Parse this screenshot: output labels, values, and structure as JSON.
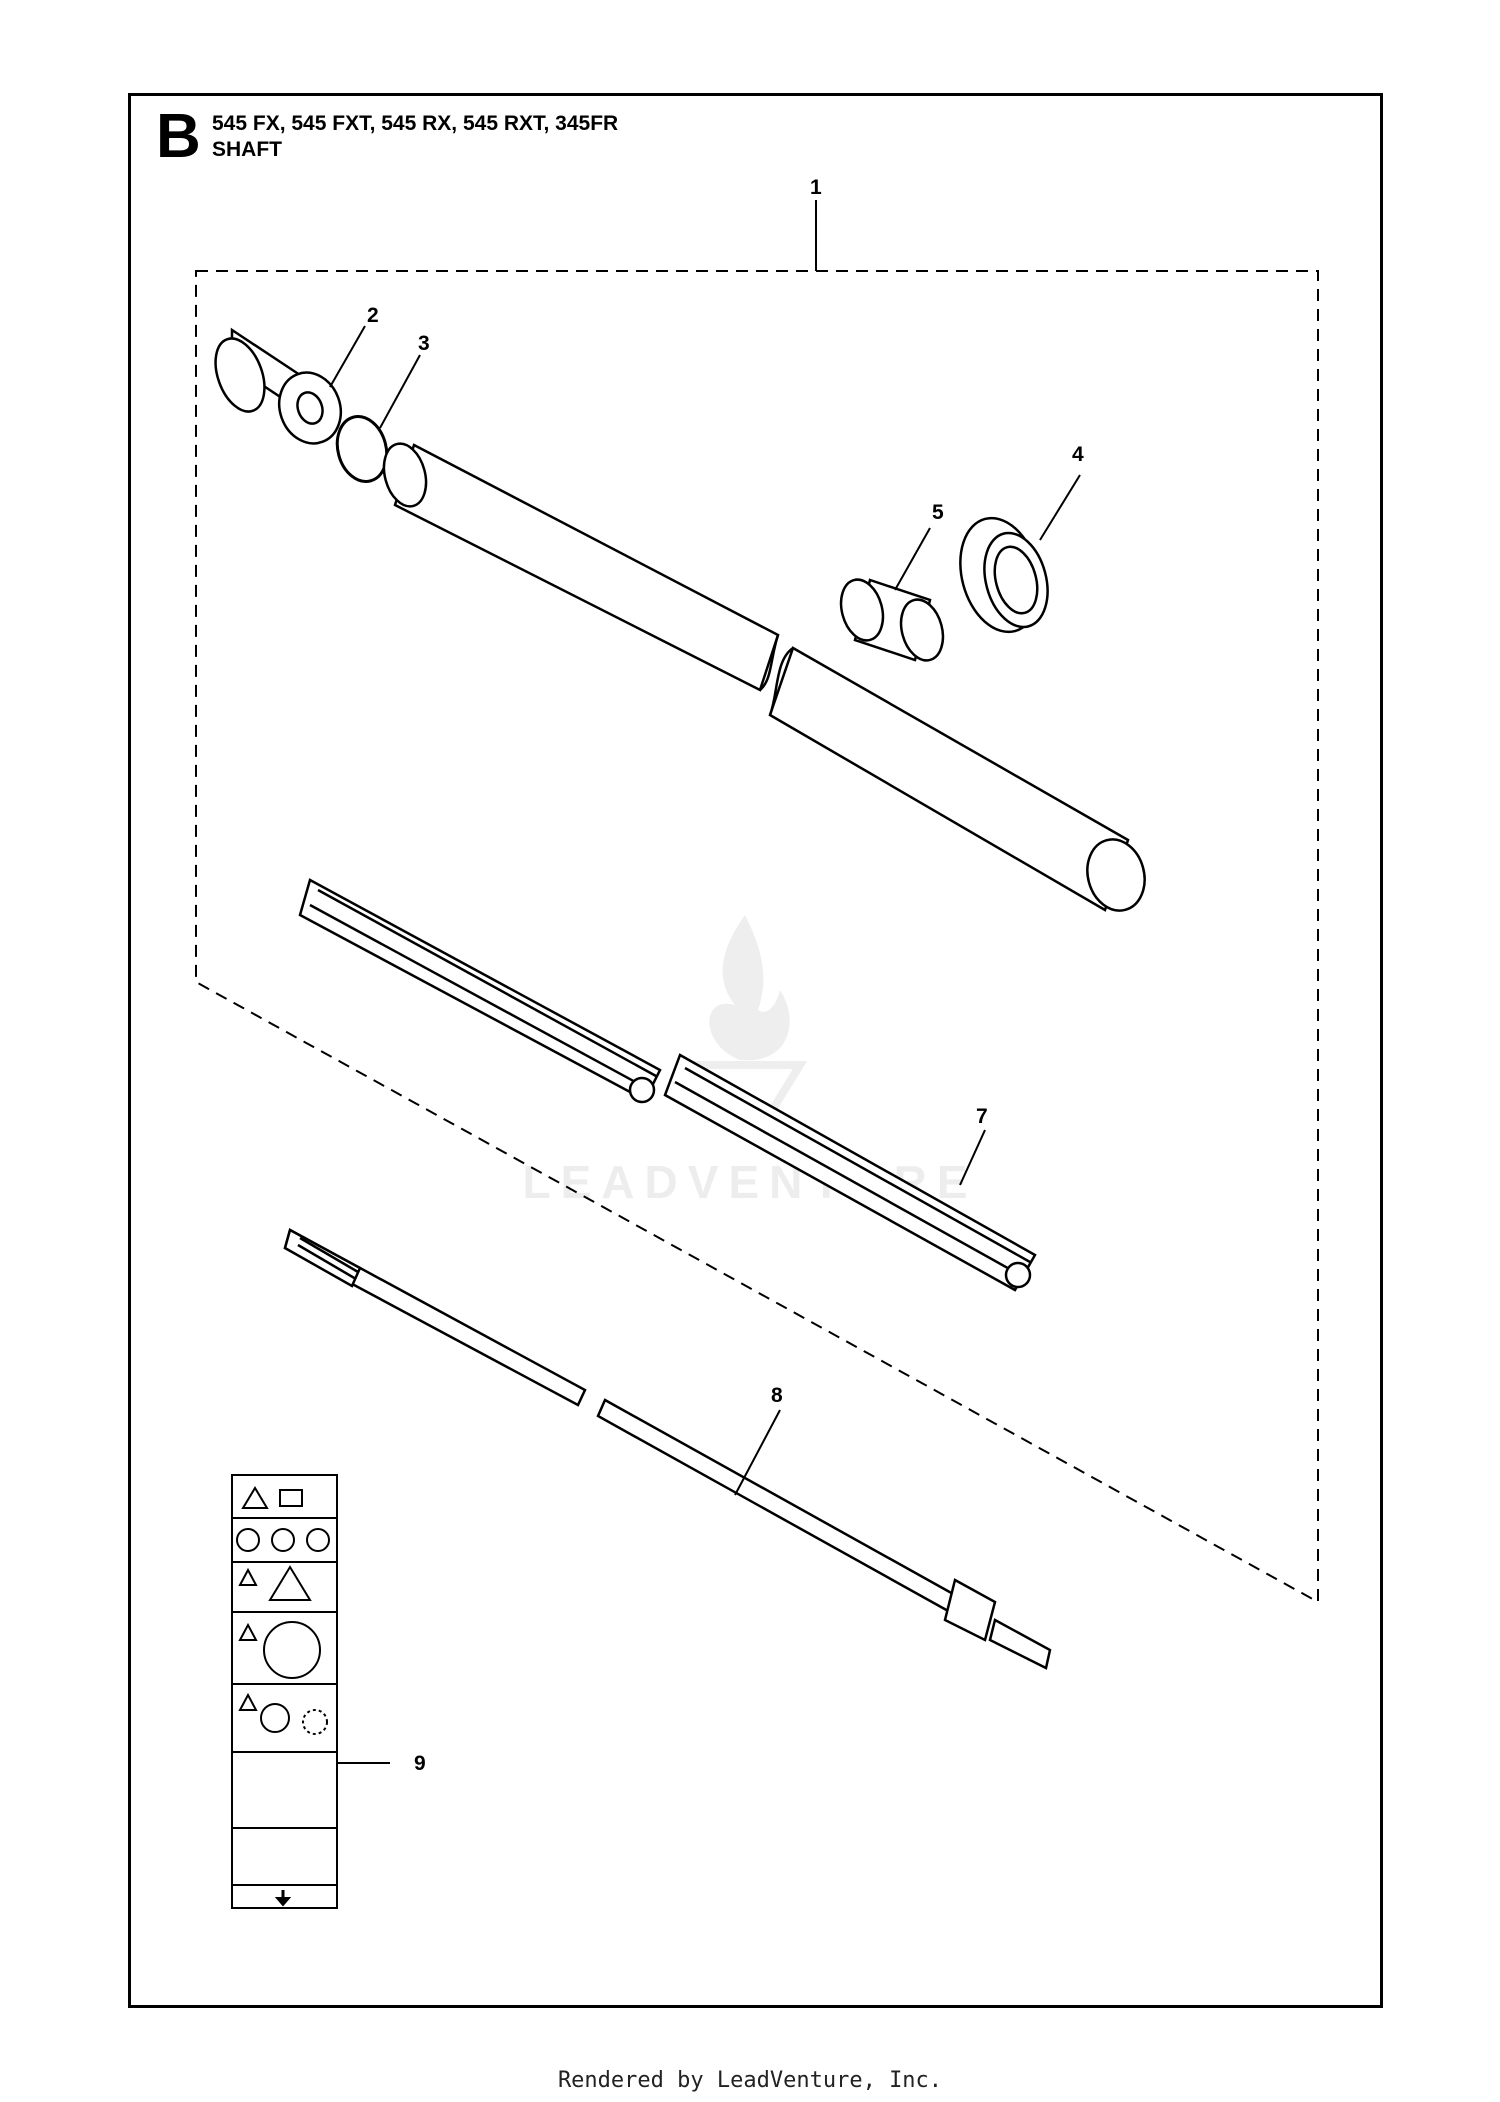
{
  "header": {
    "section_letter": "B",
    "models": "545 FX, 545 FXT, 545 RX, 545 RXT, 345FR",
    "subtitle": "SHAFT"
  },
  "callouts": [
    {
      "id": "1",
      "part": "shaft-kit-group"
    },
    {
      "id": "2",
      "part": "bushing"
    },
    {
      "id": "3",
      "part": "o-ring"
    },
    {
      "id": "4",
      "part": "clamp-nut"
    },
    {
      "id": "5",
      "part": "sleeve"
    },
    {
      "id": "7",
      "part": "liner"
    },
    {
      "id": "8",
      "part": "drive-shaft"
    },
    {
      "id": "9",
      "part": "warning-decal"
    }
  ],
  "watermark": "LEADVENTURE",
  "footer": "Rendered by LeadVenture, Inc."
}
